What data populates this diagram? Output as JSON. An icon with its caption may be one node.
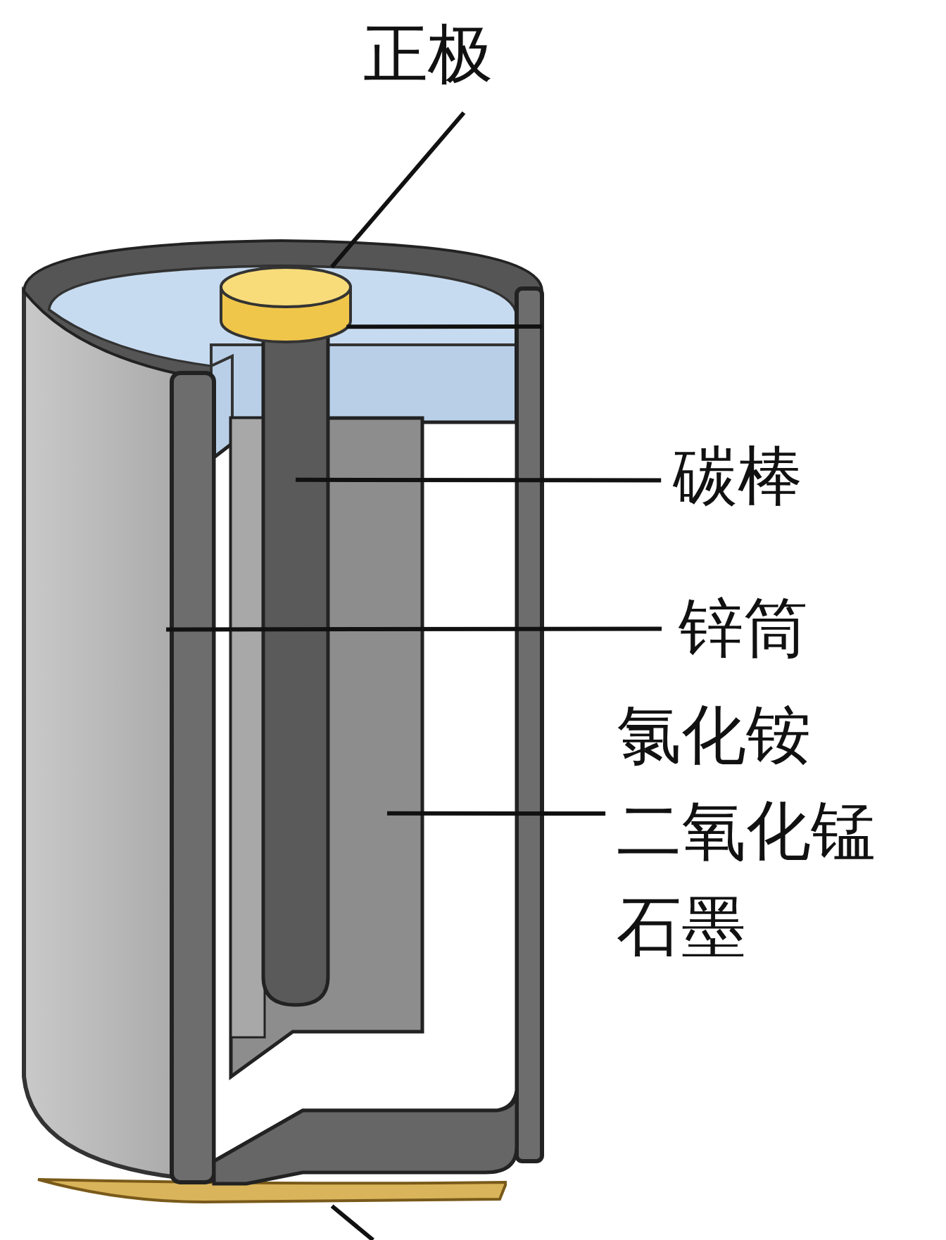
{
  "diagram": {
    "nodes": [
      {
        "text": [
          "正极"
        ]
      },
      {
        "text": [],
        "shape": "cylinder",
        "in": 5
      },
      {
        "text": [
          "碳棒"
        ]
      },
      {
        "text": [],
        "shape": "bar",
        "in": 5
      },
      {
        "text": [
          "锌筒"
        ]
      },
      {
        "text": [],
        "shape": "cylinder"
      },
      {
        "text": [
          "氯化铵",
          "二氧化锰",
          "石墨"
        ]
      },
      {
        "text": [],
        "shape": "box",
        "in": 5
      },
      {
        "text": [],
        "shape": "bar"
      }
    ],
    "edges": [
      {
        "from": 0,
        "to": 1,
        "arrow": "none"
      },
      {
        "from": 1,
        "to": null,
        "arrow": "none"
      },
      {
        "from": 2,
        "to": 3,
        "arrow": "none"
      },
      {
        "from": 4,
        "to": 5,
        "arrow": "none"
      },
      {
        "from": 6,
        "to": 7,
        "arrow": "none"
      },
      {
        "from": 8,
        "to": null,
        "arrow": "none"
      }
    ]
  }
}
